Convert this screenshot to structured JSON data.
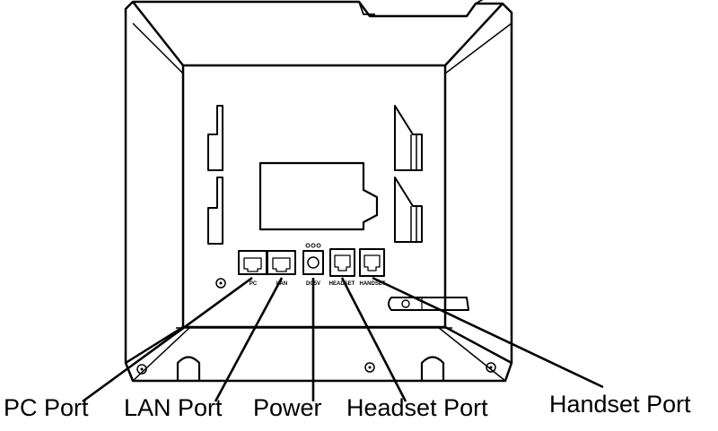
{
  "diagram": {
    "port_markings": {
      "pc": "PC",
      "lan": "LAN",
      "power": "DC5V",
      "headset": "HEADSET",
      "handset": "HANDSET"
    },
    "callouts": {
      "pc_port": "PC Port",
      "lan_port": "LAN Port",
      "power": "Power",
      "headset_port": "Headset Port",
      "handset_port": "Handset Port"
    }
  }
}
